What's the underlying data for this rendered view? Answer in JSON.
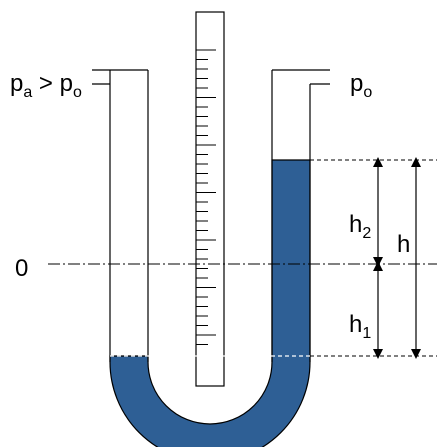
{
  "labels": {
    "pa_main": "p",
    "pa_sub": "a",
    "gt": " > ",
    "po_left_main": "p",
    "po_left_sub": "o",
    "po_right_main": "p",
    "po_right_sub": "o",
    "zero": "0",
    "h2_main": "h",
    "h2_sub": "2",
    "h": "h",
    "h1_main": "h",
    "h1_sub": "1"
  },
  "colors": {
    "fluid": "#2e5f95",
    "line": "#000000",
    "background": "#ffffff"
  }
}
